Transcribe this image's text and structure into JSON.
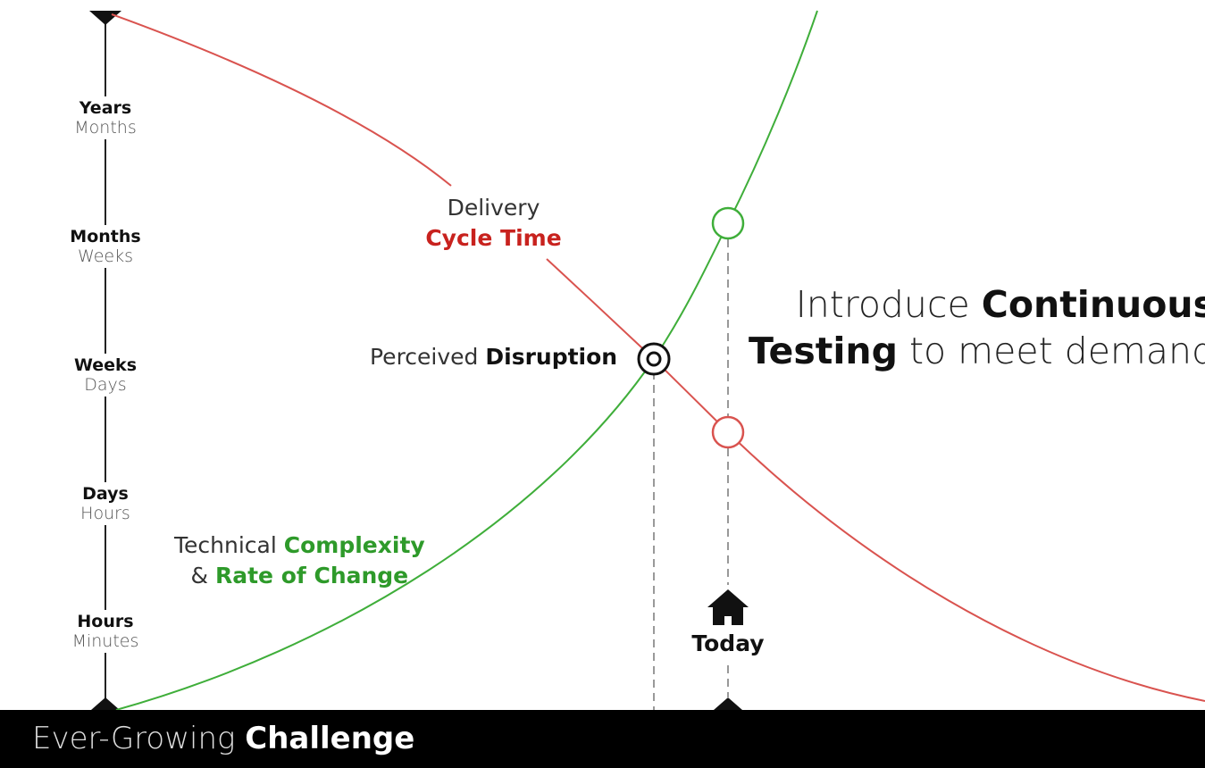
{
  "axis_labels": [
    {
      "major": "Years",
      "minor": "Months"
    },
    {
      "major": "Months",
      "minor": "Weeks"
    },
    {
      "major": "Weeks",
      "minor": "Days"
    },
    {
      "major": "Days",
      "minor": "Hours"
    },
    {
      "major": "Hours",
      "minor": "Minutes"
    }
  ],
  "delivery": {
    "line1": "Delivery",
    "line2": "Cycle Time"
  },
  "disruption": {
    "prefix": "Perceived",
    "bold": "Disruption"
  },
  "complexity": {
    "prefix": "Technical",
    "bold1": "Complexity",
    "amp": "&",
    "bold2": "Rate of Change"
  },
  "callout": {
    "p1": "Introduce",
    "b1": "Continuous",
    "b2": "Testing",
    "p2": "to meet demand"
  },
  "today": {
    "label": "Today",
    "icon": "house-icon"
  },
  "footer": {
    "prefix": "Ever-Growing",
    "bold": "Challenge"
  },
  "colors": {
    "red": "#d9534f",
    "green": "#3fae3a"
  }
}
